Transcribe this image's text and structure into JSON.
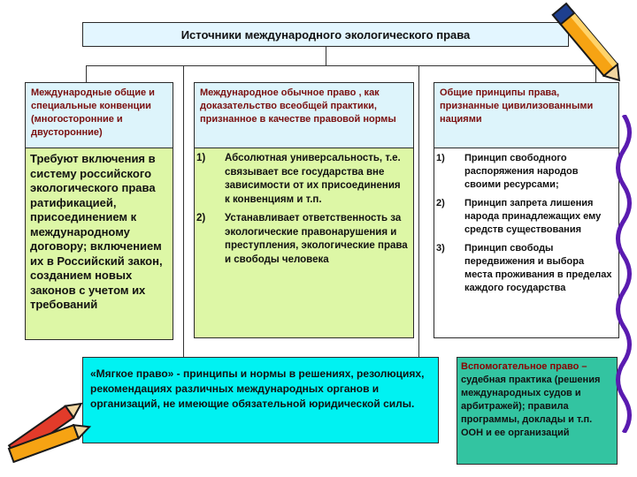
{
  "title": "Источники международного экологического права",
  "columns": [
    {
      "header": "Международные общие и специальные конвенции (многосторонние и двусторонние)",
      "body": "Требуют включения в систему российского экологического права ратификацией, присоединением к международному договору; включением их в Российский закон, созданием новых законов с учетом их требований"
    },
    {
      "header": "Международное обычное право , как доказательство всеобщей практики, признанное в качестве правовой нормы",
      "items": [
        {
          "num": "1)",
          "text": "Абсолютная универсальность, т.е. связывает все государства вне зависимости от их присоединения к конвенциям и т.п."
        },
        {
          "num": "2)",
          "text": "Устанавливает ответственность за экологические правонарушения и преступления, экологические права и свободы человека"
        }
      ]
    },
    {
      "header": "Общие принципы права, признанные цивилизованными нациями",
      "items": [
        {
          "num": "1)",
          "text": "Принцип свободного распоряжения народов своими ресурсами;"
        },
        {
          "num": "2)",
          "text": "Принцип запрета лишения народа принадлежащих ему средств существования"
        },
        {
          "num": "3)",
          "text": "Принцип свободы передвижения и выбора места проживания в пределах каждого государства"
        }
      ]
    }
  ],
  "soft_law": "«Мягкое право» - принципы и нормы в решениях, резолюциях, рекомендациях различных международных органов и организаций, не имеющие обязательной юридической силы.",
  "auxiliary": {
    "title": "Вспомогательное право –",
    "text": "судебная практика (решения международных судов и арбитражей); правила программы, доклады и т.п. ООН и ее организаций"
  },
  "colors": {
    "title_bg": "#e3f6ff",
    "header_bg": "#ddf4fb",
    "body_green": "#ddf7a6",
    "cyan": "#00f2f2",
    "aux_green": "#33c4a1",
    "header_text": "#7a0f0f"
  }
}
